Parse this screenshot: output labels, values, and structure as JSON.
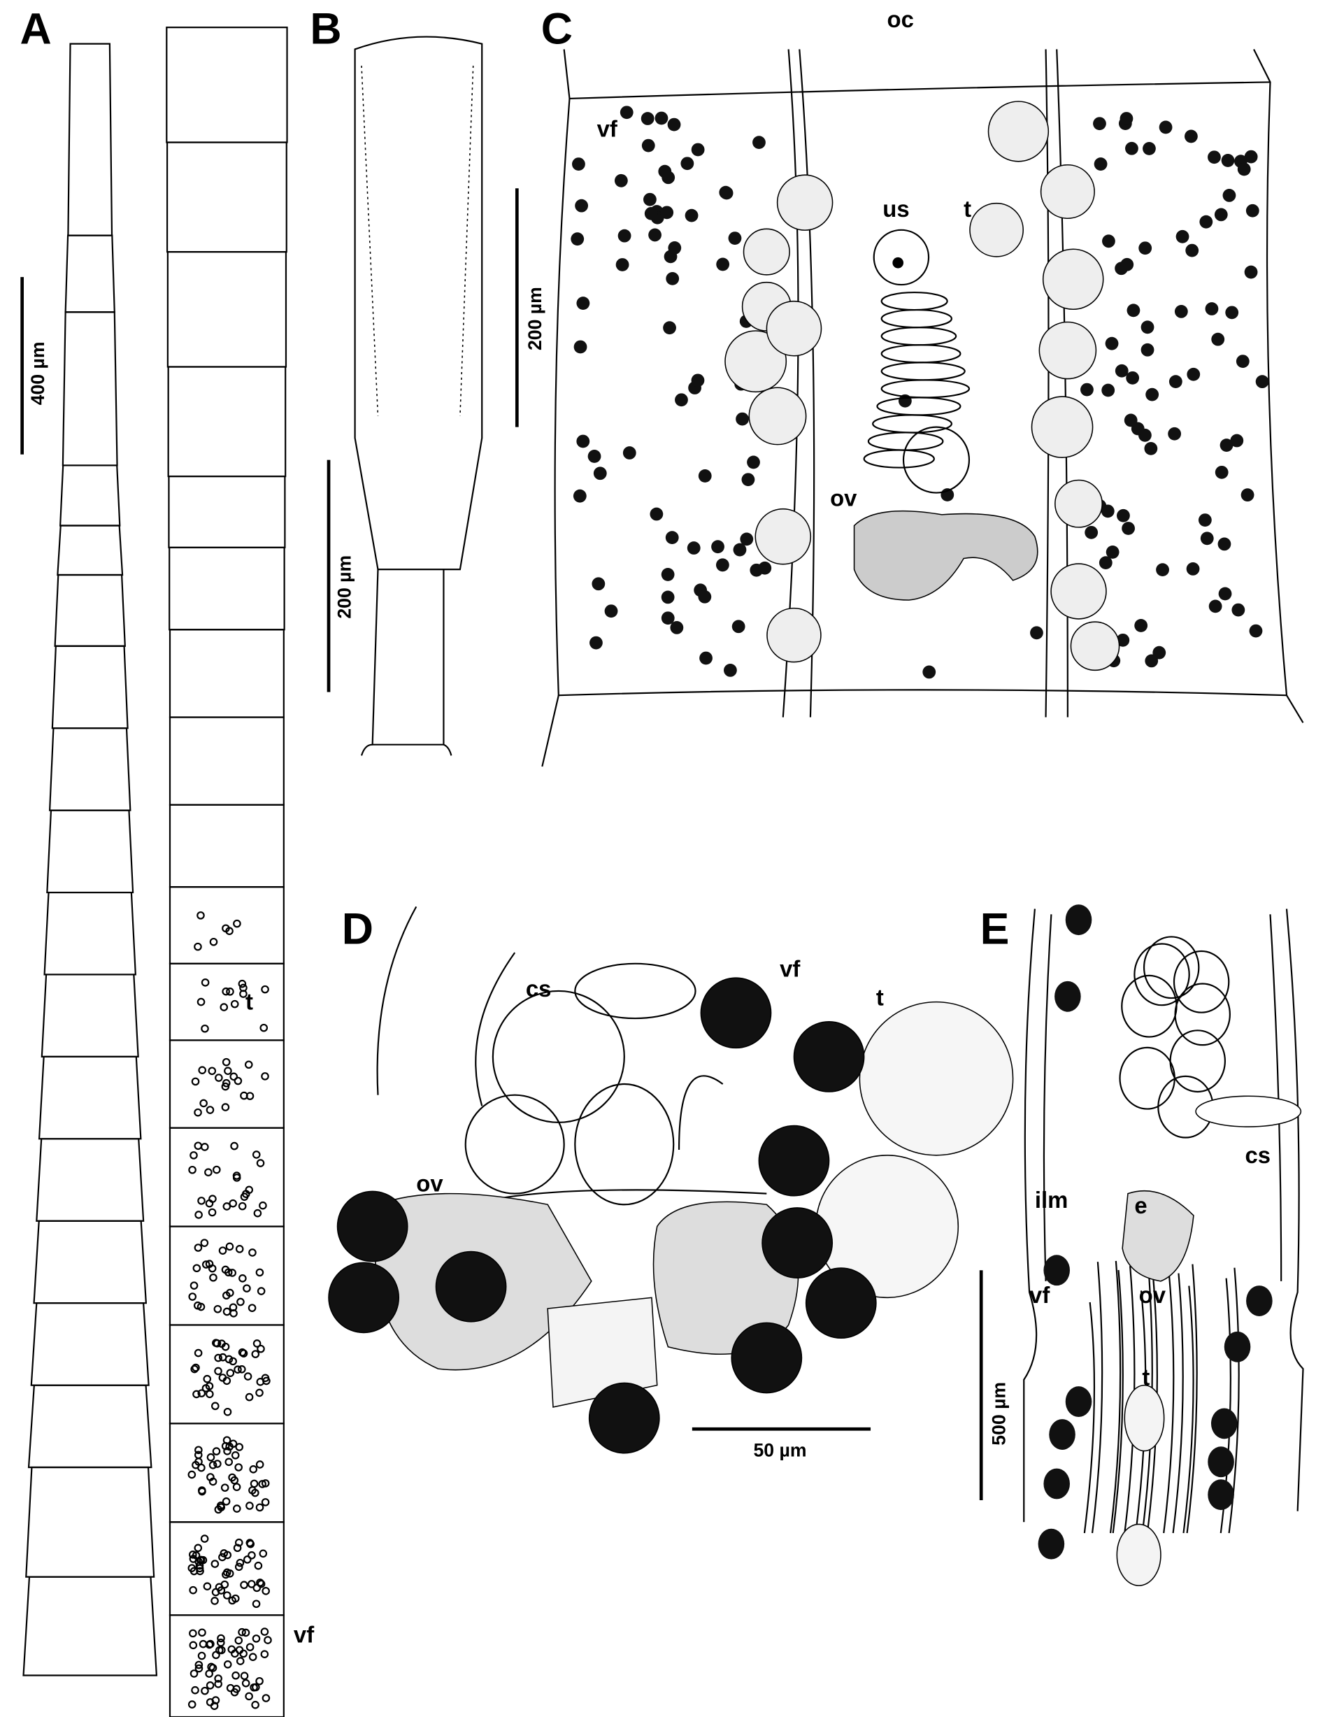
{
  "panels": {
    "A": {
      "letter": "A",
      "scale": "400 µm",
      "labels": {
        "t": "t",
        "vf": "vf"
      }
    },
    "B": {
      "letter": "B",
      "scale": "200 µm"
    },
    "C": {
      "letter": "C",
      "scale": "200 µm",
      "labels": {
        "oc": "oc",
        "vf": "vf",
        "us": "us",
        "t": "t",
        "ov": "ov"
      }
    },
    "D": {
      "letter": "D",
      "scale": "50 µm",
      "labels": {
        "cs": "cs",
        "vf": "vf",
        "t": "t",
        "ov": "ov"
      }
    },
    "E": {
      "letter": "E",
      "scale": "500 µm",
      "labels": {
        "ilm": "ilm",
        "e": "e",
        "cs": "cs",
        "vf": "vf",
        "ov": "ov",
        "t": "t"
      }
    }
  }
}
